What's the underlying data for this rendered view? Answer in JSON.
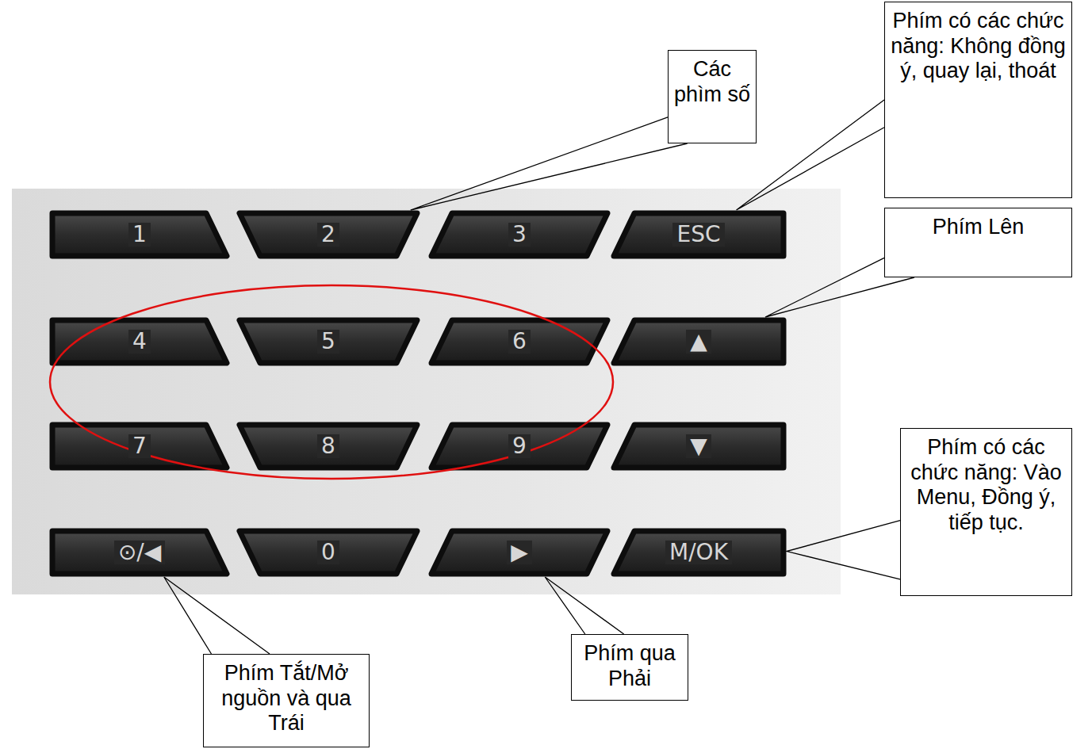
{
  "diagram": {
    "nodes": [
      {
        "text": [
          "Các phìm số"
        ]
      },
      {
        "text": [
          "Phím có các chức năng: Không đồng ý, quay lại, thoát"
        ]
      },
      {
        "text": [
          "Phím Lên"
        ]
      },
      {
        "text": [
          "1"
        ]
      },
      {
        "text": [
          "2"
        ]
      },
      {
        "text": [
          "3"
        ]
      },
      {
        "text": [
          "ESC"
        ]
      },
      {
        "text": [
          "4"
        ]
      },
      {
        "text": [
          "5"
        ]
      },
      {
        "text": [
          "6"
        ]
      },
      {
        "text": [
          "▲"
        ]
      },
      {
        "text": [
          "7"
        ]
      },
      {
        "text": [
          "8"
        ]
      },
      {
        "text": [
          "9"
        ]
      },
      {
        "text": [
          "▼"
        ]
      },
      {
        "text": [
          "⊙/◀"
        ]
      },
      {
        "text": [
          "0"
        ]
      },
      {
        "text": [
          "▶"
        ]
      },
      {
        "text": [
          "M/OK"
        ]
      },
      {
        "text": [
          "Phím có các chức năng: Vào Menu, Đồng ý, tiếp tục."
        ]
      },
      {
        "text": [
          "Phím Tắt/Mở nguồn và qua Trái"
        ]
      },
      {
        "text": [
          "Phím qua Phải"
        ]
      }
    ],
    "edges": [
      {
        "from": 0,
        "to": 4,
        "arrow": "none"
      },
      {
        "from": 1,
        "to": 6,
        "arrow": "none"
      },
      {
        "from": 2,
        "to": 10,
        "arrow": "none"
      },
      {
        "from": 19,
        "to": 18,
        "arrow": "none"
      },
      {
        "from": 20,
        "to": 15,
        "arrow": "none"
      },
      {
        "from": 21,
        "to": 17,
        "arrow": "none"
      }
    ]
  }
}
